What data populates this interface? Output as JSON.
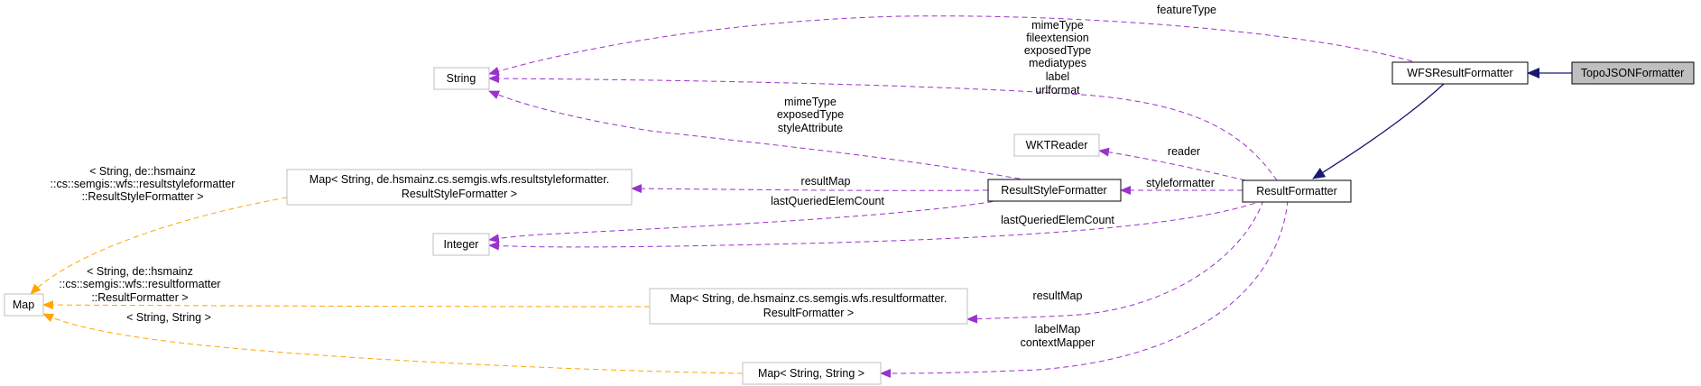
{
  "nodes": {
    "topojson": "TopoJSONFormatter",
    "wfs": "WFSResultFormatter",
    "result": "ResultFormatter",
    "style": "ResultStyleFormatter",
    "string": "String",
    "wkt": "WKTReader",
    "integer": "Integer",
    "map": "Map",
    "map_style": [
      "Map< String, de.hsmainz.cs.semgis.wfs.resultstyleformatter.",
      "ResultStyleFormatter >"
    ],
    "map_result": [
      "Map< String, de.hsmainz.cs.semgis.wfs.resultformatter.",
      "ResultFormatter >"
    ],
    "map_ss": "Map< String, String >"
  },
  "edge_labels": {
    "featureType": "featureType",
    "result_string": [
      "mimeType",
      "fileextension",
      "exposedType",
      "mediatypes",
      "label",
      "urlformat"
    ],
    "style_string": [
      "mimeType",
      "exposedType",
      "styleAttribute"
    ],
    "reader": "reader",
    "resultMap_style": "resultMap",
    "styleformatter": "styleformatter",
    "lastQueried_style": "lastQueriedElemCount",
    "lastQueried_result": "lastQueriedElemCount",
    "resultMap_result": "resultMap",
    "label_context": [
      "labelMap",
      "contextMapper"
    ],
    "tmpl_style": [
      "< String, de::hsmainz",
      "::cs::semgis::wfs::resultstyleformatter",
      "::ResultStyleFormatter >"
    ],
    "tmpl_result": [
      "< String, de::hsmainz",
      "::cs::semgis::wfs::resultformatter",
      "::ResultFormatter >"
    ],
    "tmpl_ss": "< String, String >"
  },
  "colors": {
    "association": "#9a32cd",
    "template": "#ffa500",
    "inheritance": "#191970",
    "focus_fill": "#bfbfbf",
    "node_border": "#bfbfbf"
  }
}
